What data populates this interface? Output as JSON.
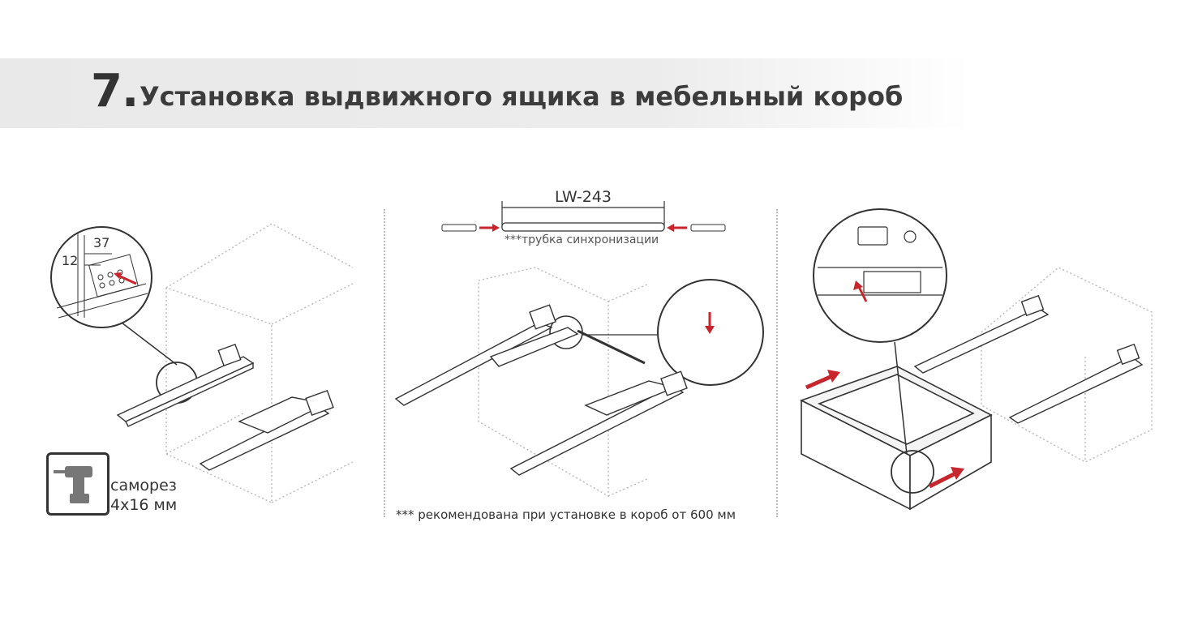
{
  "header": {
    "step_number": "7.",
    "title": "Установка выдвижного ящика в мебельный короб"
  },
  "panel1": {
    "dim_12": "12",
    "dim_37": "37",
    "tool_label_line1": "саморез",
    "tool_label_line2": "4x16 мм",
    "icon": "drill-icon"
  },
  "panel2": {
    "part_code": "LW-243",
    "tube_caption": "***трубка синхронизации",
    "footnote": "*** рекомендована при установке в короб от 600 мм"
  },
  "colors": {
    "arrow_red": "#c8262d",
    "line_dark": "#333333",
    "dotted": "#b8b8b8"
  }
}
